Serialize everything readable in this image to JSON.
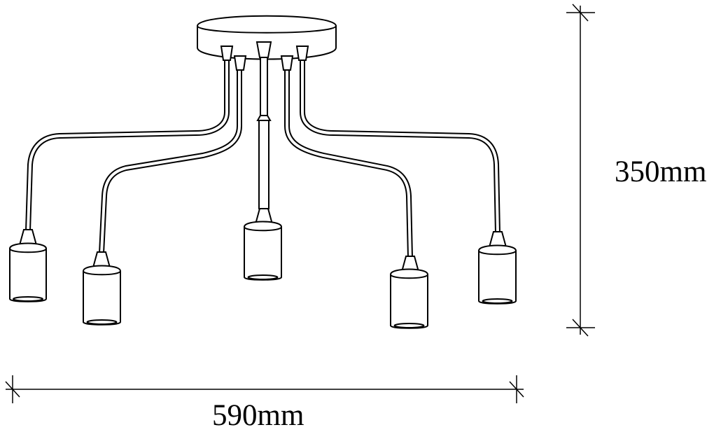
{
  "dimensions": {
    "height": {
      "label": "350mm",
      "value": 350,
      "unit": "mm"
    },
    "width": {
      "label": "590mm",
      "value": 590,
      "unit": "mm"
    }
  },
  "fixture": {
    "arm_count": 5
  },
  "colors": {
    "line": "#000000",
    "fill": "#ffffff"
  }
}
